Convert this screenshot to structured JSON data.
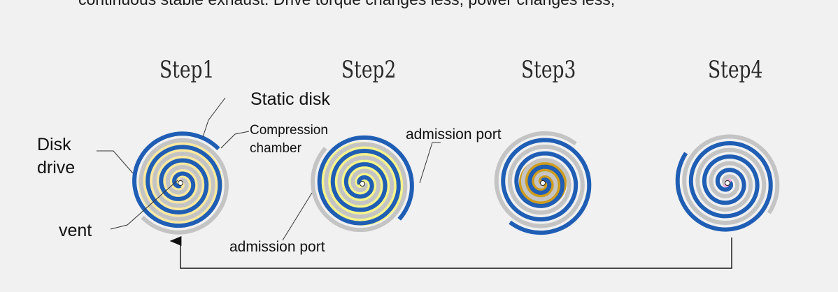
{
  "header": {
    "text": "continuous stable exhaust. Drive torque changes less, power changes less,"
  },
  "steps": [
    {
      "title": "Step1",
      "fill": "#fde9a0"
    },
    {
      "title": "Step2",
      "fill": "#f6f48c"
    },
    {
      "title": "Step3",
      "fill": "#cf9c1c"
    },
    {
      "title": "Step4",
      "fill": "#f2a8de"
    }
  ],
  "labels": {
    "static_disk": "Static disk",
    "compression_chamber_line1": "Compression",
    "compression_chamber_line2": "chamber",
    "disk_drive_line1": "Disk",
    "disk_drive_line2": "drive",
    "vent": "vent",
    "admission_port_top": "admission port",
    "admission_port_bottom": "admission port"
  },
  "colors": {
    "orbiting_scroll": "#1f5eb4",
    "fixed_scroll": "#c4c4c4",
    "background": "#f1f1f1"
  }
}
